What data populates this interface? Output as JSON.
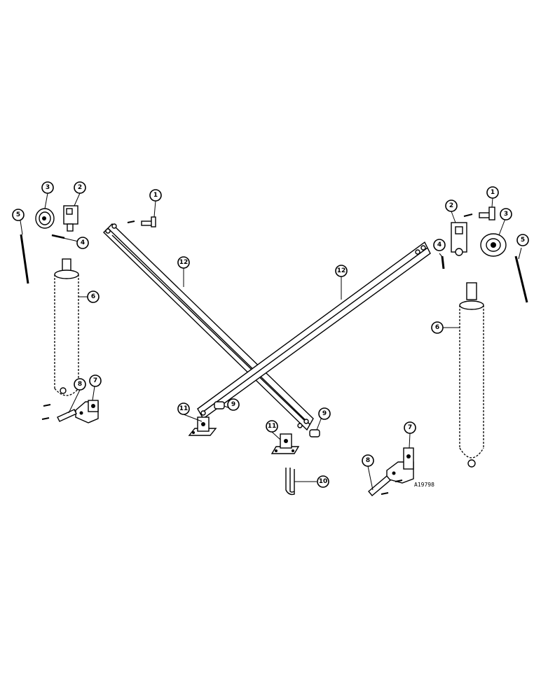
{
  "figure_ref": "A19798",
  "callouts": [
    {
      "label": "1"
    },
    {
      "label": "2"
    },
    {
      "label": "3"
    },
    {
      "label": "4"
    },
    {
      "label": "5"
    },
    {
      "label": "6"
    },
    {
      "label": "7"
    },
    {
      "label": "8"
    },
    {
      "label": "9"
    },
    {
      "label": "11"
    },
    {
      "label": "12"
    },
    {
      "label": "12"
    },
    {
      "label": "11"
    },
    {
      "label": "9"
    },
    {
      "label": "10"
    },
    {
      "label": "1"
    },
    {
      "label": "2"
    },
    {
      "label": "3"
    },
    {
      "label": "4"
    },
    {
      "label": "5"
    },
    {
      "label": "6"
    },
    {
      "label": "7"
    },
    {
      "label": "8"
    }
  ]
}
